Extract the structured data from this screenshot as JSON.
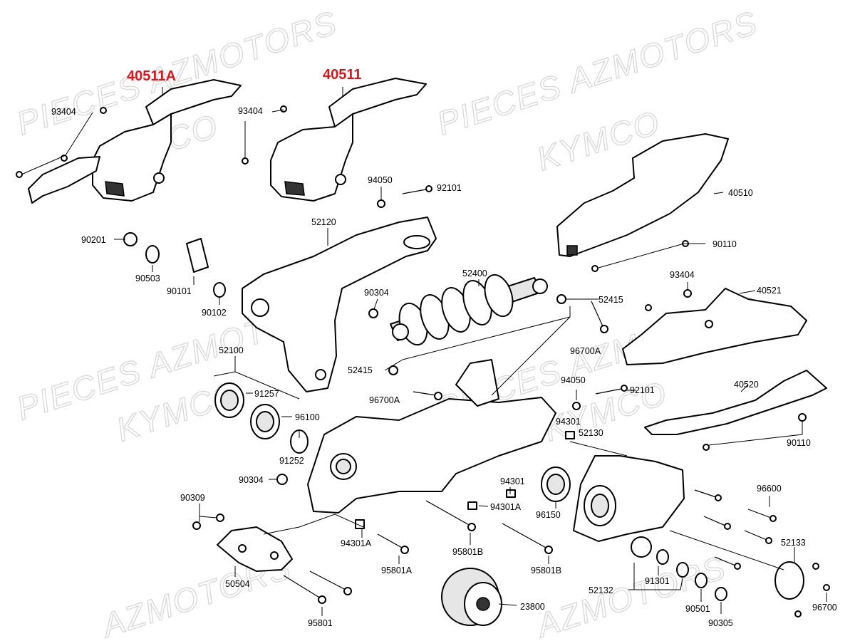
{
  "watermarks": [
    {
      "text": "PIECES AZMOTORS"
    },
    {
      "text": "KYMCO"
    },
    {
      "text": "PIECES AZMOTORS"
    },
    {
      "text": "KYMCO"
    },
    {
      "text": "PIECES AZMOTORS"
    },
    {
      "text": "KYMCO"
    },
    {
      "text": "PIECES AZMOTORS"
    },
    {
      "text": "KYMCO"
    },
    {
      "text": "AZMOTORS"
    },
    {
      "text": "AZMOTORS"
    }
  ],
  "highlight_color": "#e0141b",
  "highlighted_parts": [
    "40511A",
    "40511"
  ],
  "part_labels": [
    "40511A",
    "40511",
    "93404",
    "93404",
    "94050",
    "92101",
    "40510",
    "90110",
    "90201",
    "52120",
    "90503",
    "90101",
    "90102",
    "52400",
    "90304",
    "52415",
    "93404",
    "40521",
    "96700A",
    "52415",
    "96700A",
    "52100",
    "91257",
    "96100",
    "91252",
    "94050",
    "92101",
    "40520",
    "94301",
    "52130",
    "90110",
    "90304",
    "94301",
    "94301A",
    "96150",
    "96600",
    "90309",
    "94301A",
    "95801B",
    "95801B",
    "52133",
    "95801A",
    "50504",
    "91301",
    "52132",
    "90501",
    "96700",
    "23800",
    "95801",
    "90305"
  ]
}
